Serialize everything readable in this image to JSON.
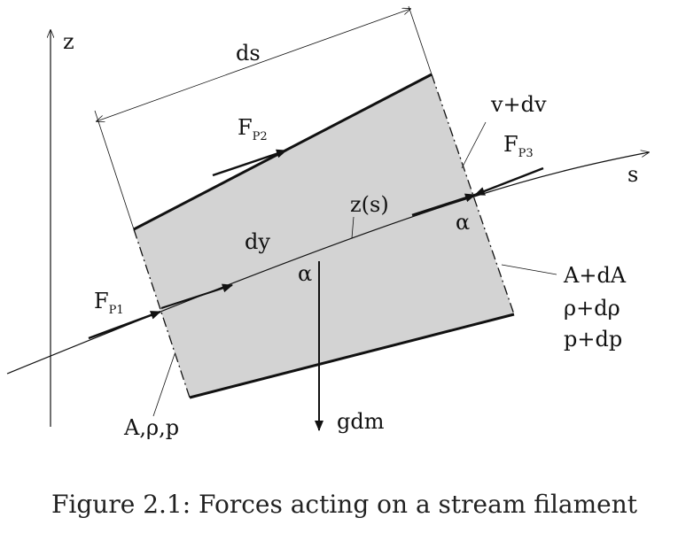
{
  "labels": {
    "z_axis": "z",
    "s_axis": "s",
    "ds": "ds",
    "dy": "dy",
    "z_of_s": "z(s)",
    "alpha_top": "α",
    "alpha_mid": "α",
    "gdm": "gdm",
    "v_dv": "v+dv",
    "A_dA": "A+dA",
    "rho_drho": "ρ+dρ",
    "p_dp": "p+dp",
    "inlet_state": "A,ρ,p",
    "fp1_main": "F",
    "fp1_sub": "P1",
    "fp2_main": "F",
    "fp2_sub": "P2",
    "fp3_main": "F",
    "fp3_sub": "P3"
  },
  "caption": "Figure 2.1: Forces acting on a stream filament",
  "colors": {
    "element_fill": "#d3d3d3",
    "line": "#111111"
  }
}
